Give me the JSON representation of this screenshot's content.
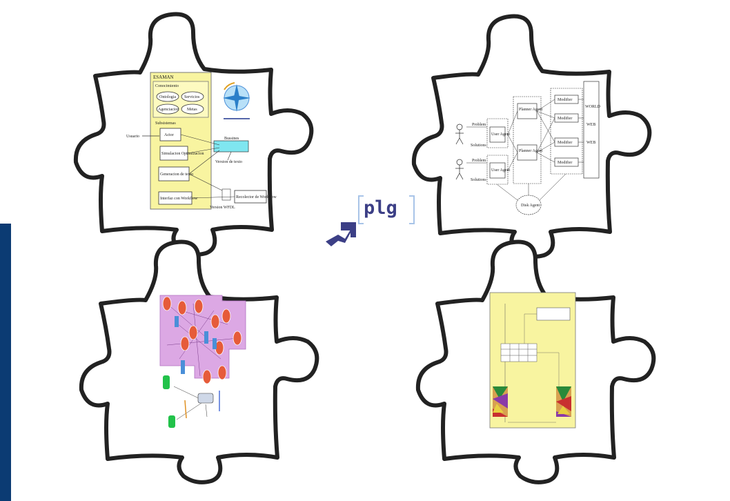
{
  "logo": {
    "text": "plg",
    "color": "#3c3f86"
  },
  "colors": {
    "side_bar": "#0b3b73",
    "yellow": "#f8f4a0",
    "pink": "#dca8e4",
    "oval_red": "#e65b3a",
    "blue_box": "#4a8fd8",
    "green": "#22c24a"
  },
  "top_left_diagram": {
    "header": "ESAMAN",
    "section_top": "Conocimiento",
    "ovals": [
      "Ontologia",
      "Servicios",
      "Agenciacion",
      "Metas"
    ],
    "section_bottom": "Subsistemas",
    "usuario": "Usuario",
    "boxes": [
      "Actor",
      "Simulacion Optimizacion",
      "Generacion de texto",
      "Interfaz con Workflow"
    ],
    "bussines": "Bussines",
    "version_texto": "Version de texto",
    "version_wfdl": "Version WFDL",
    "recolector": "Recolector de Workflow"
  },
  "top_right_diagram": {
    "problem": "Problem",
    "solutions": "Solutions",
    "user_agent": "User Agent",
    "planner_agent": "Planner Agent",
    "modifier": "Modifier",
    "world": "WORLD",
    "web": "WEB",
    "disk_agent": "Disk Agent"
  }
}
